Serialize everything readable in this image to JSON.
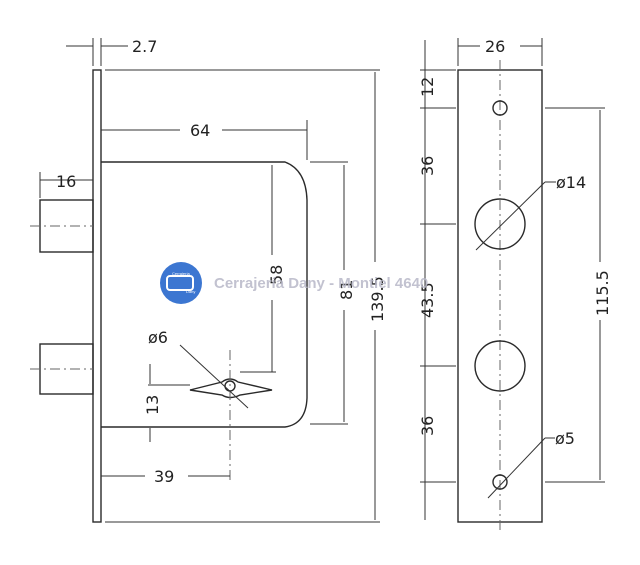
{
  "dimensions": {
    "plate_thickness": "2.7",
    "bolt_offset": "16",
    "case_depth": "64",
    "height_58": "58",
    "height_81": "81",
    "total_height": "139.5",
    "key_hole_dia": "ø6",
    "key_hole_height": "13",
    "key_hole_offset": "39",
    "plate_width": "26",
    "top_offset": "12",
    "spacing_36_top": "36",
    "hole_dia_14": "ø14",
    "spacing_43": "43.5",
    "overall_115": "115.5",
    "spacing_36_bottom": "36",
    "hole_dia_5": "ø5"
  },
  "watermark": {
    "text": "Cerrajería Dany - Montiel 4640",
    "logo_line1": "Cerrajería",
    "logo_line2": "Dany",
    "brand_color": "#1b5fc9"
  }
}
